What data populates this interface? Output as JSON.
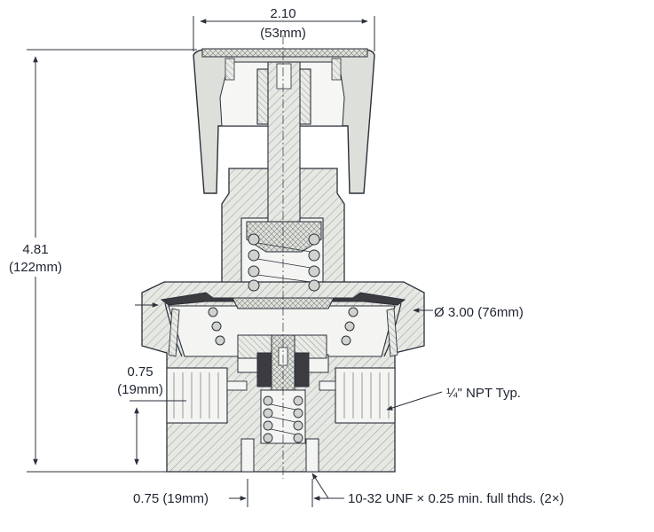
{
  "dimensions": {
    "width": {
      "inches": "2.10",
      "mm": "(53mm)"
    },
    "height": {
      "inches": "4.81",
      "mm": "(122mm)"
    },
    "diameter": {
      "label": "Ø 3.00 (76mm)"
    },
    "port_height": {
      "inches": "0.75",
      "mm": "(19mm)"
    },
    "port_spacing": {
      "label": "0.75 (19mm)"
    }
  },
  "callouts": {
    "npt": "¼\" NPT Typ.",
    "threads": "10-32 UNF × 0.25 min. full thds. (2×)"
  },
  "colors": {
    "body_fill": "#e6e9e3",
    "line": "#2a2f3a",
    "diaphragm": "#3b3b40",
    "spring": "#cfd2cd"
  }
}
